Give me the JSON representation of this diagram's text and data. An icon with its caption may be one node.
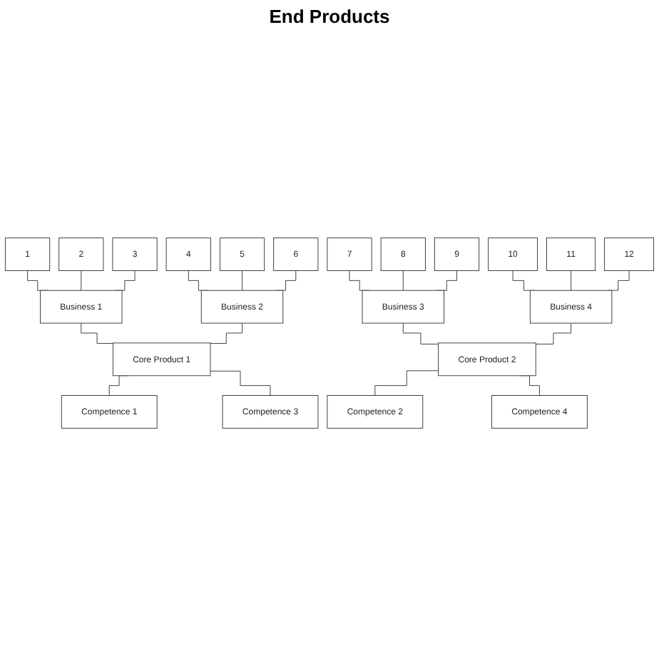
{
  "diagram": {
    "title": "End Products",
    "nodes": [
      {
        "text": [
          "1"
        ]
      },
      {
        "text": [
          "2"
        ]
      },
      {
        "text": [
          "3"
        ]
      },
      {
        "text": [
          "4"
        ]
      },
      {
        "text": [
          "5"
        ]
      },
      {
        "text": [
          "6"
        ]
      },
      {
        "text": [
          "7"
        ]
      },
      {
        "text": [
          "8"
        ]
      },
      {
        "text": [
          "9"
        ]
      },
      {
        "text": [
          "10"
        ]
      },
      {
        "text": [
          "11"
        ]
      },
      {
        "text": [
          "12"
        ]
      },
      {
        "text": [
          "Business 1"
        ]
      },
      {
        "text": [
          "Business 2"
        ]
      },
      {
        "text": [
          "Business 3"
        ]
      },
      {
        "text": [
          "Business 4"
        ]
      },
      {
        "text": [
          "Core Product 2"
        ]
      },
      {
        "text": [
          "Core Product 1"
        ]
      },
      {
        "text": [
          "Competence 1"
        ]
      },
      {
        "text": [
          "Competence 2"
        ]
      },
      {
        "text": [
          "Competence 3"
        ]
      },
      {
        "text": [
          "Competence 4"
        ]
      }
    ],
    "edges": [
      {
        "from": 0,
        "to": 12,
        "arrow": "none"
      },
      {
        "from": 1,
        "to": 12,
        "arrow": "none"
      },
      {
        "from": 2,
        "to": 12,
        "arrow": "none"
      },
      {
        "from": 3,
        "to": 13,
        "arrow": "none"
      },
      {
        "from": 4,
        "to": 13,
        "arrow": "none"
      },
      {
        "from": 5,
        "to": 13,
        "arrow": "none"
      },
      {
        "from": 6,
        "to": 14,
        "arrow": "none"
      },
      {
        "from": 7,
        "to": 14,
        "arrow": "none"
      },
      {
        "from": 8,
        "to": 14,
        "arrow": "none"
      },
      {
        "from": 9,
        "to": 15,
        "arrow": "none"
      },
      {
        "from": 10,
        "to": 15,
        "arrow": "none"
      },
      {
        "from": 11,
        "to": 15,
        "arrow": "none"
      },
      {
        "from": 12,
        "to": 17,
        "arrow": "none"
      },
      {
        "from": 13,
        "to": 17,
        "arrow": "none"
      },
      {
        "from": 14,
        "to": 16,
        "arrow": "none"
      },
      {
        "from": 15,
        "to": 16,
        "arrow": "none"
      },
      {
        "from": 16,
        "to": 19,
        "arrow": "none"
      },
      {
        "from": 16,
        "to": 21,
        "arrow": "none"
      },
      {
        "from": 17,
        "to": 18,
        "arrow": "none"
      },
      {
        "from": 17,
        "to": 20,
        "arrow": "none"
      }
    ]
  }
}
